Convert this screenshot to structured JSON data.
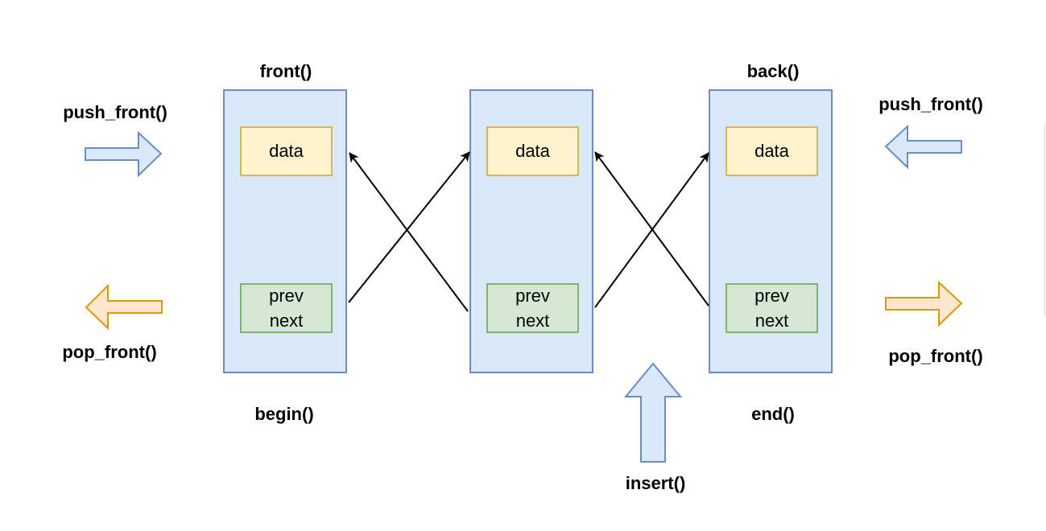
{
  "nodes": [
    {
      "id": "left",
      "data_label": "data",
      "prev_label": "prev",
      "next_label": "next",
      "top_label": "front()",
      "bottom_label": "begin()"
    },
    {
      "id": "middle",
      "data_label": "data",
      "prev_label": "prev",
      "next_label": "next"
    },
    {
      "id": "right",
      "data_label": "data",
      "prev_label": "prev",
      "next_label": "next",
      "top_label": "back()",
      "bottom_label": "end()"
    }
  ],
  "operations": {
    "left_push": "push_front()",
    "left_pop": "pop_front()",
    "right_push": "push_front()",
    "right_pop": "pop_front()",
    "insert": "insert()"
  },
  "colors": {
    "node_fill": "#dae8fc",
    "node_stroke": "#6c8ebf",
    "data_fill": "#fff2cc",
    "data_stroke": "#d6b656",
    "pointer_fill": "#d5e8d4",
    "pointer_stroke": "#82b366",
    "push_arrow_fill": "#dae8fc",
    "push_arrow_stroke": "#6c8ebf",
    "pop_arrow_fill": "#ffe6cc",
    "pop_arrow_stroke": "#d79b00",
    "link_line": "#000000"
  }
}
